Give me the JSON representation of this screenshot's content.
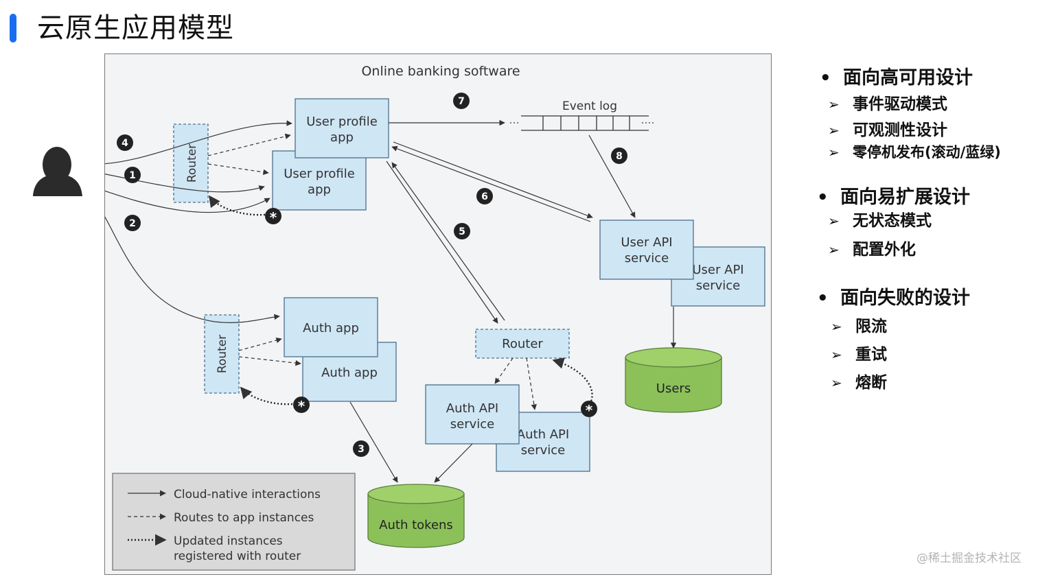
{
  "page": {
    "title": "云原生应用模型"
  },
  "diagram": {
    "title": "Online banking software",
    "event_log_label": "Event log",
    "nodes": {
      "user_profile_app_1": "User profile app",
      "user_profile_app_2": "User profile app",
      "auth_app_1": "Auth app",
      "auth_app_2": "Auth app",
      "router_left_top": "Router",
      "router_left_bottom": "Router",
      "router_middle": "Router",
      "user_api_service_1": "User API service",
      "user_api_service_2": "User API service",
      "auth_api_service_1": "Auth API service",
      "auth_api_service_2": "Auth API service",
      "users_db": "Users",
      "auth_tokens_db": "Auth tokens"
    },
    "step_badges": [
      "1",
      "2",
      "3",
      "4",
      "5",
      "6",
      "7",
      "8"
    ],
    "star_badge": "*",
    "legend": [
      {
        "style": "solid",
        "label": "Cloud-native interactions"
      },
      {
        "style": "dashed",
        "label": "Routes to app instances"
      },
      {
        "style": "dotted",
        "label": "Updated instances registered with router"
      }
    ],
    "colors": {
      "box_fill": "#cfe6f5",
      "box_stroke": "#4a6f8a",
      "db_fill": "#8cc15a",
      "db_stroke": "#5a7d3c",
      "badge_fill": "#222222"
    }
  },
  "bullets": [
    {
      "heading": "面向高可用设计",
      "items": [
        "事件驱动模式",
        "可观测性设计",
        "零停机发布(滚动/蓝绿)"
      ]
    },
    {
      "heading": "面向易扩展设计",
      "items": [
        "无状态模式",
        "配置外化"
      ]
    },
    {
      "heading": "面向失败的设计",
      "items": [
        "限流",
        "重试",
        "熔断"
      ]
    }
  ],
  "markers": {
    "bullet": "•",
    "arrow": "➢"
  },
  "watermark": "@稀土掘金技术社区"
}
